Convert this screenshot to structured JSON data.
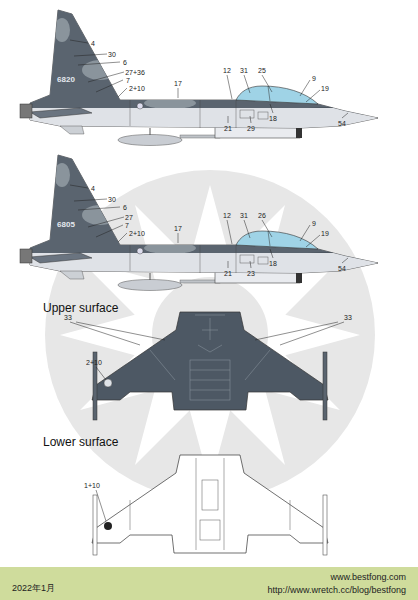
{
  "diagram": {
    "labels": [
      "4",
      "30",
      "6",
      "27+36",
      "7",
      "2+10",
      "17",
      "12",
      "31",
      "25",
      "9",
      "19",
      "18",
      "54",
      "21",
      "29",
      "6820",
      "4",
      "30",
      "6",
      "27",
      "7",
      "2+10",
      "17",
      "12",
      "31",
      "26",
      "9",
      "19",
      "18",
      "54",
      "21",
      "23",
      "6805",
      "Upper surface",
      "33",
      "33",
      "2+10",
      "Lower surface",
      "1+10",
      "2022年1月",
      "www.bestfong.com",
      "http://www.wretch.cc/blog/bestfong"
    ]
  }
}
